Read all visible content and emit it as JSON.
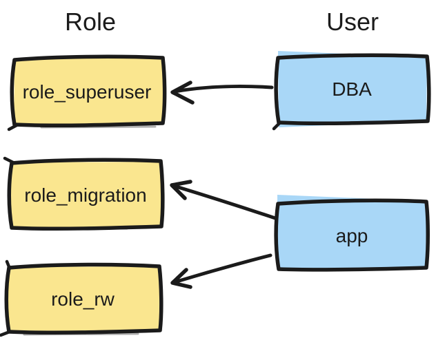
{
  "headings": {
    "role": "Role",
    "user": "User"
  },
  "nodes": {
    "roles": [
      {
        "label": "role_superuser"
      },
      {
        "label": "role_migration"
      },
      {
        "label": "role_rw"
      }
    ],
    "users": [
      {
        "label": "DBA"
      },
      {
        "label": "app"
      }
    ]
  },
  "edges": [
    {
      "from": "DBA",
      "to": "role_superuser"
    },
    {
      "from": "app",
      "to": "role_migration"
    },
    {
      "from": "app",
      "to": "role_rw"
    }
  ],
  "colors": {
    "role-fill": "#FAE68F",
    "user-fill": "#A9D7F7",
    "stroke": "#1B1B1B",
    "text": "#1B1B1B",
    "background": "#FFFFFF"
  }
}
